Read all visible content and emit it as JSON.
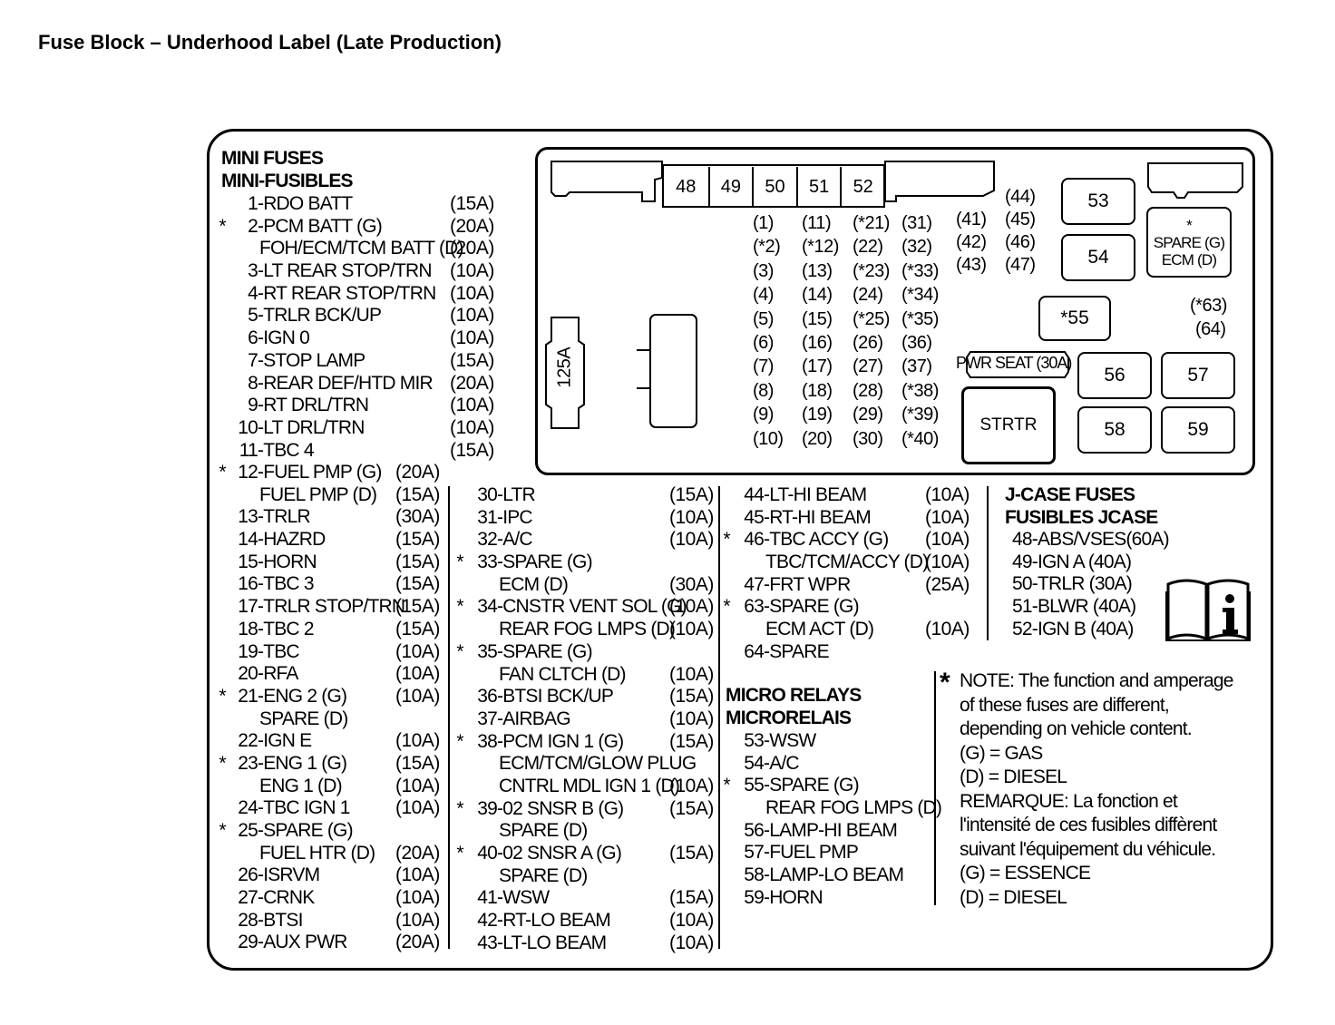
{
  "title": "Fuse Block – Underhood Label (Late Production)",
  "mini_fuses_header": [
    "MINI FUSES",
    "MINI-FUSIBLES"
  ],
  "col1": [
    {
      "star": "",
      "num": "1",
      "name": "-RDO BATT",
      "amp": "(15A)"
    },
    {
      "star": "*",
      "num": "2",
      "name": "-PCM BATT (G)",
      "amp": "(20A)"
    },
    {
      "star": "",
      "num": "",
      "name": "FOH/ECM/TCM BATT (D)",
      "amp": "(20A)"
    },
    {
      "star": "",
      "num": "3",
      "name": "-LT REAR STOP/TRN",
      "amp": "(10A)"
    },
    {
      "star": "",
      "num": "4",
      "name": "-RT REAR STOP/TRN",
      "amp": "(10A)"
    },
    {
      "star": "",
      "num": "5",
      "name": "-TRLR BCK/UP",
      "amp": "(10A)"
    },
    {
      "star": "",
      "num": "6",
      "name": "-IGN 0",
      "amp": "(10A)"
    },
    {
      "star": "",
      "num": "7",
      "name": "-STOP LAMP",
      "amp": "(15A)"
    },
    {
      "star": "",
      "num": "8",
      "name": "-REAR DEF/HTD MIR",
      "amp": "(20A)"
    },
    {
      "star": "",
      "num": "9",
      "name": "-RT DRL/TRN",
      "amp": "(10A)"
    },
    {
      "star": "",
      "num": "10",
      "name": "-LT DRL/TRN",
      "amp": "(10A)"
    },
    {
      "star": "",
      "num": "11",
      "name": "-TBC 4",
      "amp": "(15A)"
    }
  ],
  "col1b": [
    {
      "star": "*",
      "num": "12",
      "name": "-FUEL PMP (G)",
      "amp": "(20A)"
    },
    {
      "star": "",
      "num": "",
      "name": "FUEL PMP (D)",
      "amp": "(15A)"
    },
    {
      "star": "",
      "num": "13",
      "name": "-TRLR",
      "amp": "(30A)"
    },
    {
      "star": "",
      "num": "14",
      "name": "-HAZRD",
      "amp": "(15A)"
    },
    {
      "star": "",
      "num": "15",
      "name": "-HORN",
      "amp": "(15A)"
    },
    {
      "star": "",
      "num": "16",
      "name": "-TBC 3",
      "amp": "(15A)"
    },
    {
      "star": "",
      "num": "17",
      "name": "-TRLR STOP/TRN",
      "amp": "(15A)"
    },
    {
      "star": "",
      "num": "18",
      "name": "-TBC 2",
      "amp": "(15A)"
    },
    {
      "star": "",
      "num": "19",
      "name": "-TBC",
      "amp": "(10A)"
    },
    {
      "star": "",
      "num": "20",
      "name": "-RFA",
      "amp": "(10A)"
    },
    {
      "star": "*",
      "num": "21",
      "name": "-ENG 2 (G)",
      "amp": "(10A)"
    },
    {
      "star": "",
      "num": "",
      "name": "SPARE (D)",
      "amp": ""
    },
    {
      "star": "",
      "num": "22",
      "name": "-IGN E",
      "amp": "(10A)"
    },
    {
      "star": "*",
      "num": "23",
      "name": "-ENG 1 (G)",
      "amp": "(15A)"
    },
    {
      "star": "",
      "num": "",
      "name": "ENG 1 (D)",
      "amp": "(10A)"
    },
    {
      "star": "",
      "num": "24",
      "name": "-TBC IGN 1",
      "amp": "(10A)"
    },
    {
      "star": "*",
      "num": "25",
      "name": "-SPARE (G)",
      "amp": ""
    },
    {
      "star": "",
      "num": "",
      "name": "FUEL HTR (D)",
      "amp": "(20A)"
    },
    {
      "star": "",
      "num": "26",
      "name": "-ISRVM",
      "amp": "(10A)"
    },
    {
      "star": "",
      "num": "27",
      "name": "-CRNK",
      "amp": "(10A)"
    },
    {
      "star": "",
      "num": "28",
      "name": "-BTSI",
      "amp": "(10A)"
    },
    {
      "star": "",
      "num": "29",
      "name": "-AUX PWR",
      "amp": "(20A)"
    }
  ],
  "col2": [
    {
      "star": "",
      "num": "30",
      "name": "-LTR",
      "amp": "(15A)"
    },
    {
      "star": "",
      "num": "31",
      "name": "-IPC",
      "amp": "(10A)"
    },
    {
      "star": "",
      "num": "32",
      "name": "-A/C",
      "amp": "(10A)"
    },
    {
      "star": "*",
      "num": "33",
      "name": "-SPARE (G)",
      "amp": ""
    },
    {
      "star": "",
      "num": "",
      "name": "ECM (D)",
      "amp": "(30A)"
    },
    {
      "star": "*",
      "num": "34",
      "name": "-CNSTR VENT SOL (G)",
      "amp": "(10A)"
    },
    {
      "star": "",
      "num": "",
      "name": "REAR FOG LMPS (D)",
      "amp": "(10A)"
    },
    {
      "star": "*",
      "num": "35",
      "name": "-SPARE (G)",
      "amp": ""
    },
    {
      "star": "",
      "num": "",
      "name": "FAN CLTCH (D)",
      "amp": "(10A)"
    },
    {
      "star": "",
      "num": "36",
      "name": "-BTSI BCK/UP",
      "amp": "(15A)"
    },
    {
      "star": "",
      "num": "37",
      "name": "-AIRBAG",
      "amp": "(10A)"
    },
    {
      "star": "*",
      "num": "38",
      "name": "-PCM IGN 1 (G)",
      "amp": "(15A)"
    },
    {
      "star": "",
      "num": "",
      "name": "ECM/TCM/GLOW PLUG",
      "amp": ""
    },
    {
      "star": "",
      "num": "",
      "name": "CNTRL MDL IGN 1 (D)",
      "amp": "(10A)"
    },
    {
      "star": "*",
      "num": "39",
      "name": "-02 SNSR B (G)",
      "amp": "(15A)"
    },
    {
      "star": "",
      "num": "",
      "name": "SPARE (D)",
      "amp": ""
    },
    {
      "star": "*",
      "num": "40",
      "name": "-02 SNSR A (G)",
      "amp": "(15A)"
    },
    {
      "star": "",
      "num": "",
      "name": "SPARE (D)",
      "amp": ""
    },
    {
      "star": "",
      "num": "41",
      "name": "-WSW",
      "amp": "(15A)"
    },
    {
      "star": "",
      "num": "42",
      "name": "-RT-LO BEAM",
      "amp": "(10A)"
    },
    {
      "star": "",
      "num": "43",
      "name": "-LT-LO BEAM",
      "amp": "(10A)"
    }
  ],
  "col3": [
    {
      "star": "",
      "num": "44",
      "name": "-LT-HI BEAM",
      "amp": "(10A)"
    },
    {
      "star": "",
      "num": "45",
      "name": "-RT-HI BEAM",
      "amp": "(10A)"
    },
    {
      "star": "*",
      "num": "46",
      "name": "-TBC  ACCY (G)",
      "amp": "(10A)"
    },
    {
      "star": "",
      "num": "",
      "name": "TBC/TCM/ACCY (D)",
      "amp": "(10A)"
    },
    {
      "star": "",
      "num": "47",
      "name": "-FRT WPR",
      "amp": "(25A)"
    },
    {
      "star": "*",
      "num": "63",
      "name": "-SPARE (G)",
      "amp": ""
    },
    {
      "star": "",
      "num": "",
      "name": "ECM ACT (D)",
      "amp": "(10A)"
    },
    {
      "star": "",
      "num": "64",
      "name": "-SPARE",
      "amp": ""
    }
  ],
  "micro_relays_header": [
    "MICRO RELAYS",
    "MICRORELAIS"
  ],
  "col3b": [
    {
      "star": "",
      "num": "53",
      "name": "-WSW",
      "amp": ""
    },
    {
      "star": "",
      "num": "54",
      "name": "-A/C",
      "amp": ""
    },
    {
      "star": "*",
      "num": "55",
      "name": "-SPARE (G)",
      "amp": ""
    },
    {
      "star": "",
      "num": "",
      "name": "REAR FOG LMPS (D)",
      "amp": ""
    },
    {
      "star": "",
      "num": "56",
      "name": "-LAMP-HI BEAM",
      "amp": ""
    },
    {
      "star": "",
      "num": "57",
      "name": "-FUEL PMP",
      "amp": ""
    },
    {
      "star": "",
      "num": "58",
      "name": "-LAMP-LO BEAM",
      "amp": ""
    },
    {
      "star": "",
      "num": "59",
      "name": "-HORN",
      "amp": ""
    }
  ],
  "jcase_header": [
    "J-CASE FUSES",
    "FUSIBLES JCASE"
  ],
  "jcase": [
    {
      "num": "48",
      "name": "-ABS/VSES(60A)"
    },
    {
      "num": "49",
      "name": "-IGN A (40A)"
    },
    {
      "num": "50",
      "name": "-TRLR  (30A)"
    },
    {
      "num": "51",
      "name": "-BLWR (40A)"
    },
    {
      "num": "52",
      "name": "-IGN B (40A)"
    }
  ],
  "note": {
    "star": "*",
    "lines": [
      "NOTE:  The function and amperage",
      "of these fuses are different,",
      "depending on vehicle content.",
      "(G) = GAS",
      "(D) = DIESEL",
      "REMARQUE:  La fonction et",
      "l'intensité de ces fusibles diffèrent",
      "suivant l'équipement du véhicule.",
      "(G) = ESSENCE",
      "(D) = DIESEL"
    ]
  },
  "diagram": {
    "jcase_slots": [
      "48",
      "49",
      "50",
      "51",
      "52"
    ],
    "main_fuse": "125A",
    "mini_grid": [
      [
        "1",
        "11",
        "*21",
        "31"
      ],
      [
        "*2",
        "*12",
        "22",
        "32"
      ],
      [
        "3",
        "13",
        "*23",
        "*33"
      ],
      [
        "4",
        "14",
        "24",
        "*34"
      ],
      [
        "5",
        "15",
        "*25",
        "*35"
      ],
      [
        "6",
        "16",
        "26",
        "36"
      ],
      [
        "7",
        "17",
        "27",
        "37"
      ],
      [
        "8",
        "18",
        "28",
        "*38"
      ],
      [
        "9",
        "19",
        "29",
        "*39"
      ],
      [
        "10",
        "20",
        "30",
        "*40"
      ]
    ],
    "side_grid": [
      [
        "44"
      ],
      [
        "41",
        "45"
      ],
      [
        "42",
        "46"
      ],
      [
        "43",
        "47"
      ]
    ],
    "relay_53": "53",
    "relay_54": "54",
    "spare_ecm": [
      "*",
      "SPARE (G)",
      "ECM (D)"
    ],
    "relay_55": "*55",
    "small_63": "*63",
    "small_64": "64",
    "pwr_seat": "PWR SEAT (30A)",
    "strtr": "STRTR",
    "relay_56": "56",
    "relay_57": "57",
    "relay_58": "58",
    "relay_59": "59"
  },
  "manual_icon": "info-manual-icon"
}
